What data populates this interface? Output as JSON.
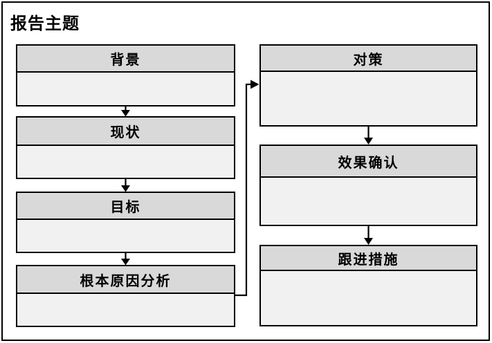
{
  "title": "报告主题",
  "diagram": {
    "left_column": [
      {
        "label": "背景"
      },
      {
        "label": "现状"
      },
      {
        "label": "目标"
      },
      {
        "label": "根本原因分析"
      }
    ],
    "right_column": [
      {
        "label": "对策"
      },
      {
        "label": "效果确认"
      },
      {
        "label": "跟进措施"
      }
    ],
    "flow_order": [
      "背景",
      "现状",
      "目标",
      "根本原因分析",
      "对策",
      "效果确认",
      "跟进措施"
    ]
  },
  "colors": {
    "background": "#ffffff",
    "line": "#000000",
    "box_header_fill": "#d9d9d9",
    "box_body_fill": "#f1f1f1"
  }
}
